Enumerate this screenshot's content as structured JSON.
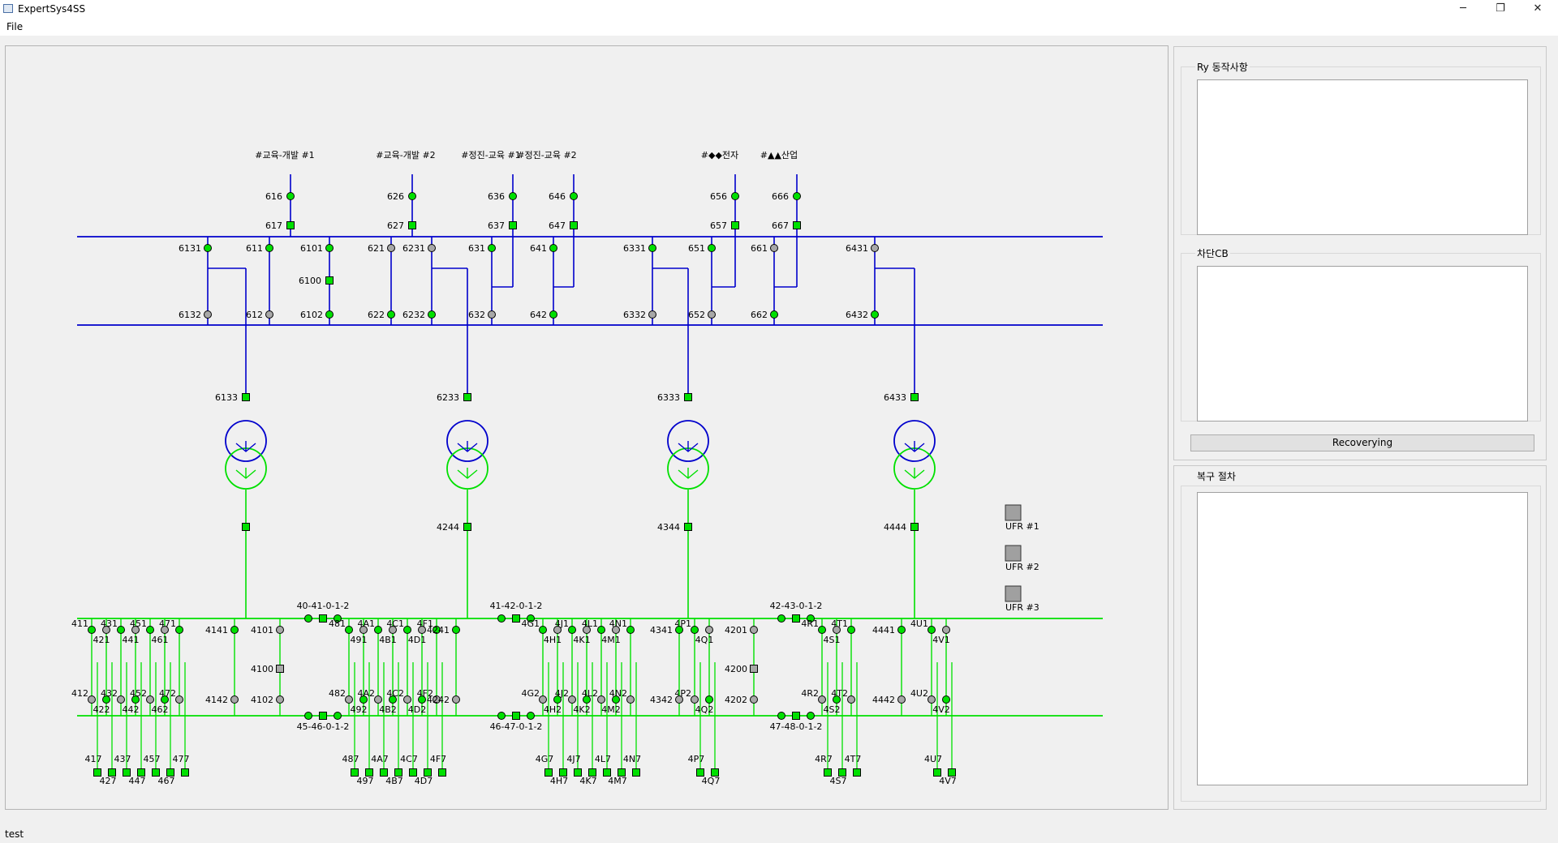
{
  "window": {
    "title": "ExpertSys4SS",
    "minimize": "─",
    "restore": "❐",
    "close": "✕"
  },
  "menu": {
    "file": "File"
  },
  "feeders": [
    {
      "name": "#교육-개발 #1",
      "code": "616",
      "cb": "617",
      "state": "on"
    },
    {
      "name": "#교육-개발 #2",
      "code": "626",
      "cb": "627",
      "state": "on"
    },
    {
      "name": "#정진-교육 #1",
      "code": "636",
      "cb": "637",
      "state": "on"
    },
    {
      "name": "#정진-교육 #2",
      "code": "646",
      "cb": "647",
      "state": "on"
    },
    {
      "name": "#◆◆전자",
      "code": "656",
      "cb": "657",
      "state": "on"
    },
    {
      "name": "#▲▲산업",
      "code": "666",
      "cb": "667",
      "state": "on"
    }
  ],
  "upper_switches": [
    {
      "u": "6131",
      "l": "6132",
      "su": "on",
      "sl": "off"
    },
    {
      "u": "611",
      "l": "612",
      "su": "on",
      "sl": "off"
    },
    {
      "u": "6101",
      "l": "6102",
      "su": "on",
      "sl": "on"
    },
    {
      "u": "621",
      "l": "622",
      "su": "off",
      "sl": "on"
    },
    {
      "u": "6231",
      "l": "6232",
      "su": "off",
      "sl": "on"
    },
    {
      "u": "631",
      "l": "632",
      "su": "on",
      "sl": "off"
    },
    {
      "u": "641",
      "l": "642",
      "su": "on",
      "sl": "on"
    },
    {
      "u": "6331",
      "l": "6332",
      "su": "on",
      "sl": "off"
    },
    {
      "u": "651",
      "l": "652",
      "su": "on",
      "sl": "off"
    },
    {
      "u": "661",
      "l": "662",
      "su": "off",
      "sl": "on"
    },
    {
      "u": "6431",
      "l": "6432",
      "su": "off",
      "sl": "on"
    }
  ],
  "bus_tie_hv": "6100",
  "transformers": [
    {
      "hv": "6133",
      "lv": ""
    },
    {
      "hv": "6233",
      "lv": "4244"
    },
    {
      "hv": "6333",
      "lv": "4344"
    },
    {
      "hv": "6433",
      "lv": "4444"
    }
  ],
  "ufr": [
    "UFR #1",
    "UFR #2",
    "UFR #3"
  ],
  "bus_ties_lv_top": [
    "40-41-0-1-2",
    "41-42-0-1-2",
    "42-43-0-1-2"
  ],
  "bus_ties_lv_bottom": [
    "45-46-0-1-2",
    "46-47-0-1-2",
    "47-48-0-1-2"
  ],
  "lv_groups": [
    {
      "top_a": [
        "411",
        "431",
        "451",
        "471"
      ],
      "top_b": [
        "421",
        "441",
        "461"
      ],
      "bot_a": [
        "412",
        "432",
        "452",
        "472"
      ],
      "bot_b": [
        "422",
        "442",
        "462"
      ],
      "out_a": [
        "417",
        "437",
        "457",
        "477"
      ],
      "out_b": [
        "427",
        "447",
        "467"
      ]
    },
    {
      "top_a": [
        "481",
        "4A1",
        "4C1",
        "4F1"
      ],
      "top_b": [
        "491",
        "4B1",
        "4D1"
      ],
      "bot_a": [
        "482",
        "4A2",
        "4C2",
        "4F2"
      ],
      "bot_b": [
        "492",
        "4B2",
        "4D2"
      ],
      "out_a": [
        "487",
        "4A7",
        "4C7",
        "4F7"
      ],
      "out_b": [
        "497",
        "4B7",
        "4D7"
      ]
    },
    {
      "top_a": [
        "4G1",
        "4J1",
        "4L1",
        "4N1"
      ],
      "top_b": [
        "4H1",
        "4K1",
        "4M1"
      ],
      "bot_a": [
        "4G2",
        "4J2",
        "4L2",
        "4N2"
      ],
      "bot_b": [
        "4H2",
        "4K2",
        "4M2"
      ],
      "out_a": [
        "4G7",
        "4J7",
        "4L7",
        "4N7"
      ],
      "out_b": [
        "4H7",
        "4K7",
        "4M7"
      ]
    },
    {
      "top_a": [
        "4P1"
      ],
      "top_b": [
        "4Q1"
      ],
      "bot_a": [
        "4P2"
      ],
      "bot_b": [
        "4Q2"
      ],
      "out_a": [
        "4P7"
      ],
      "out_b": [
        "4Q7"
      ]
    },
    {
      "top_a": [
        "4R1",
        "4T1"
      ],
      "top_b": [
        "4S1"
      ],
      "bot_a": [
        "4R2",
        "4T2"
      ],
      "bot_b": [
        "4S2"
      ],
      "out_a": [
        "4R7",
        "4T7"
      ],
      "out_b": [
        "4S7"
      ]
    },
    {
      "top_a": [
        "4U1"
      ],
      "top_b": [
        "4V1"
      ],
      "bot_a": [
        "4U2"
      ],
      "bot_b": [
        "4V2"
      ],
      "out_a": [
        "4U7"
      ],
      "out_b": [
        "4V7"
      ]
    }
  ],
  "lv_misc": {
    "t1": [
      "4141",
      "4142",
      "4101",
      "4102",
      "4100"
    ],
    "t2": [
      "4241",
      "4242"
    ],
    "t3": [
      "4341",
      "4342",
      "4201",
      "4202",
      "4200"
    ],
    "t4": [
      "4441",
      "4442"
    ]
  },
  "panels": {
    "relay_label": "Ry 동작사항",
    "cb_label": "차단CB",
    "recover_button": "Recoverying",
    "procedure_label": "복구 절차"
  },
  "status": "test",
  "colors": {
    "hv": "#0000cc",
    "lv": "#00e000",
    "on": "#00e000",
    "off": "#a8a8a8"
  }
}
